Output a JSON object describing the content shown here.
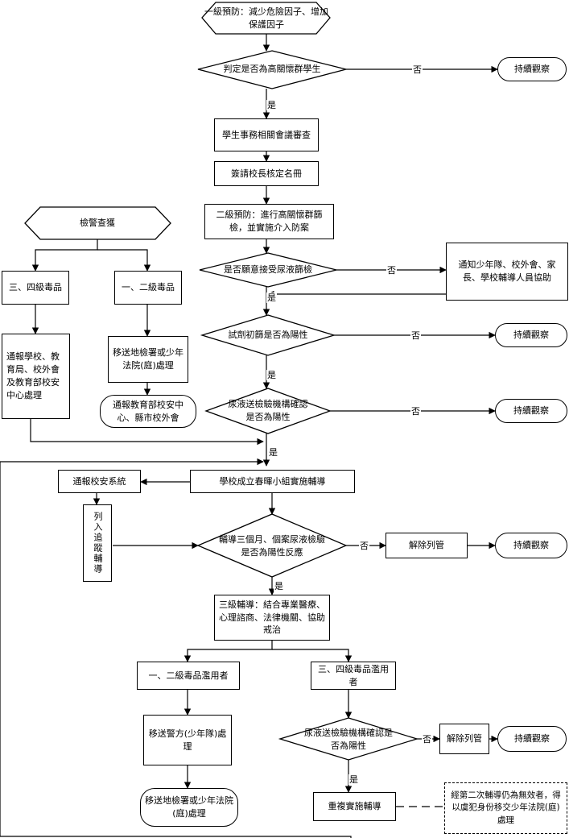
{
  "nodes": {
    "primary_prevention": "一級預防：減少危險因子、增加保護因子",
    "judge_high_risk": "判定是否為高關懷群學生",
    "continue_obs_1": "持續觀察",
    "student_affairs_review": "學生事務相關會議審查",
    "principal_approve": "簽請校長核定名冊",
    "secondary_prevention": "二級預防：進行高關懷群篩檢，並實施介入防案",
    "willing_screen": "是否願意接受尿液篩檢",
    "notify_parties": "通知少年隊、校外會、家長、學校輔導人員協助",
    "reagent_positive": "試劑初篩是否為陽性",
    "continue_obs_2": "持續觀察",
    "lab_confirm_positive": "尿液送檢驗機構確認是否為陽性",
    "continue_obs_3": "持續觀察",
    "police_seizure": "檢警查獲",
    "drug_class_34": "三、四級毒品",
    "drug_class_12": "一、二級毒品",
    "report_school_edu": "通報學校、教育局、校外會及教育部校安中心處理",
    "transfer_prosecutor": "移送地檢署或少年法院(庭)處理",
    "report_moe": "通報教育部校安中心、縣市校外會",
    "report_campus_system": "通報校安系統",
    "spring_sun_group": "學校成立春暉小組實施輔導",
    "tracking_counsel": "列入追蹤輔導",
    "three_months_check": "輔導三個月、個案尿液檢驗是否為陽性反應",
    "release_control_1": "解除列管",
    "continue_obs_4": "持續觀察",
    "tertiary_counsel": "三級輔導：結合專業醫療、心理諮商、法律機關、協助戒治",
    "abuser_12": "一、二級毒品濫用者",
    "abuser_34": "三、四級毒品濫用者",
    "transfer_police": "移送警方(少年隊)處理",
    "transfer_prosecutor_2": "移送地檢署或少年法院(庭)處理",
    "lab_confirm_positive_2": "尿液送檢驗機構確認是否為陽性",
    "release_control_2": "解除列管",
    "continue_obs_5": "持續觀察",
    "repeat_counsel": "重複實施輔導",
    "second_counsel_note": "經第二次輔導仍為無效者，得以虞犯身份移交少年法院(庭)處理"
  },
  "labels": {
    "yes": "是",
    "no": "否"
  },
  "style": {
    "line_color": "#000000",
    "fill_color": "#ffffff"
  }
}
